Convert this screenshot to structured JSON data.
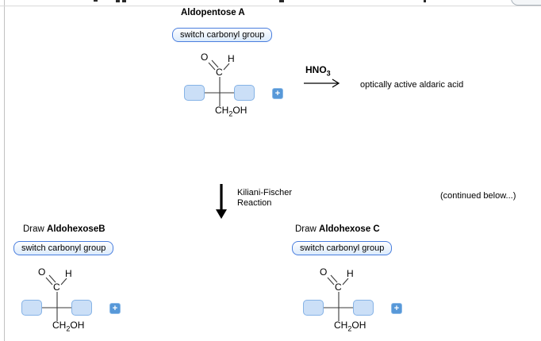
{
  "colors": {
    "accent_blue_border": "#4a7ede",
    "button_fill_gradient_bottom": "#dcebfc",
    "slot_fill": "#cbdff7",
    "slot_border": "#86b3e6",
    "plus_button_fill": "#5798d8",
    "frame_line_gray": "#c2c2c2"
  },
  "top_section": {
    "title": "Aldopentose A",
    "switch_button": "switch carbonyl group",
    "reagent": "HNO",
    "reagent_subscript": "3",
    "product_text": "optically active aldaric acid"
  },
  "structure": {
    "o": "O",
    "h": "H",
    "c": "C",
    "ch": "CH",
    "sub": "2",
    "oh": "OH",
    "plus": "+"
  },
  "middle_section": {
    "reaction_line1": "Kiliani-Fischer",
    "reaction_line2": "Reaction",
    "continued_note": "(continued below...)"
  },
  "bottom_left": {
    "draw_prefix": "Draw ",
    "compound_name": "AldohexoseB",
    "switch_button": "switch carbonyl group"
  },
  "bottom_right": {
    "draw_prefix": "Draw ",
    "compound_name": "Aldohexose C",
    "switch_button": "switch carbonyl group"
  }
}
